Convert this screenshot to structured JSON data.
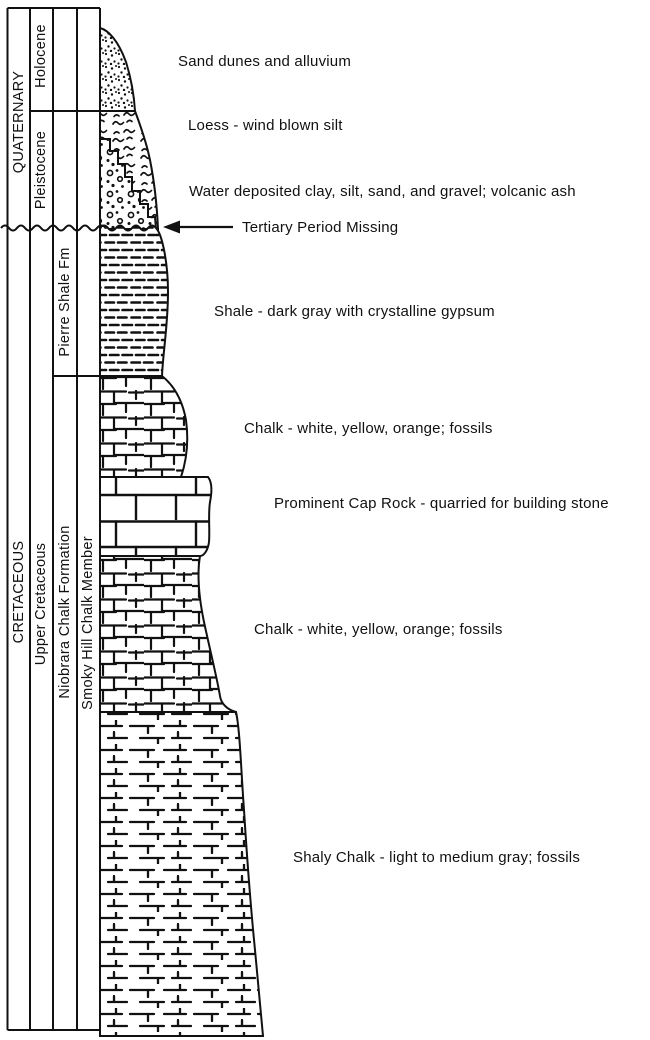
{
  "diagram": {
    "ink_color": "#111111",
    "background_color": "#ffffff",
    "time_columns": {
      "quaternary": "QUATERNARY",
      "holocene": "Holocene",
      "pleistocene": "Pleistocene",
      "cretaceous": "CRETACEOUS",
      "upper_cretaceous": "Upper Cretaceous",
      "pierre_shale": "Pierre Shale Fm",
      "niobrara": "Niobrara Chalk Formation",
      "smoky_hill": "Smoky Hill Chalk Member"
    },
    "annotation": {
      "tertiary_missing": "Tertiary Period Missing"
    },
    "layers": [
      {
        "id": "sand-dunes",
        "pattern": "fine-dots",
        "label": "Sand dunes and alluvium"
      },
      {
        "id": "loess",
        "pattern": "silt-squiggles",
        "label": "Loess - wind blown silt"
      },
      {
        "id": "water-deposited",
        "pattern": "gravel-pebbles",
        "label": "Water deposited clay, silt, sand, and gravel; volcanic ash"
      },
      {
        "id": "shale",
        "pattern": "short-dashes",
        "label": "Shale - dark gray with crystalline gypsum"
      },
      {
        "id": "chalk-upper",
        "pattern": "brick",
        "label": "Chalk - white, yellow, orange; fossils"
      },
      {
        "id": "cap-rock",
        "pattern": "large-brick",
        "label": "Prominent Cap Rock - quarried for building stone"
      },
      {
        "id": "chalk-lower",
        "pattern": "brick",
        "label": "Chalk - white, yellow, orange; fossils"
      },
      {
        "id": "shaly-chalk",
        "pattern": "dash-tick",
        "label": "Shaly Chalk - light to medium gray; fossils"
      }
    ]
  }
}
